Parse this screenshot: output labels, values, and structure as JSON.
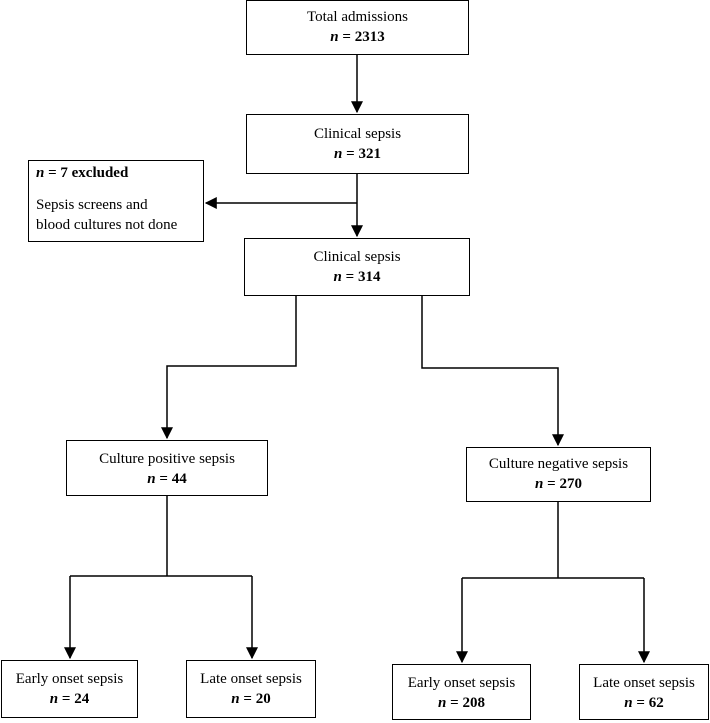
{
  "nodes": {
    "total": {
      "label": "Total admissions",
      "n_prefix": "n",
      "n_value": "= 2313"
    },
    "sepsis_a": {
      "label": "Clinical sepsis",
      "n_prefix": "n",
      "n_value": "= 321"
    },
    "excluded": {
      "n_prefix": "n",
      "n_value": "= 7 excluded",
      "line1": "Sepsis screens and",
      "line2": "blood cultures not done"
    },
    "sepsis_b": {
      "label": "Clinical sepsis",
      "n_prefix": "n",
      "n_value": "= 314"
    },
    "positive": {
      "label": "Culture positive sepsis",
      "n_prefix": "n",
      "n_value": "= 44"
    },
    "negative": {
      "label": "Culture negative sepsis",
      "n_prefix": "n",
      "n_value": "= 270"
    },
    "pos_early": {
      "label": "Early onset sepsis",
      "n_prefix": "n",
      "n_value": "= 24"
    },
    "pos_late": {
      "label": "Late onset sepsis",
      "n_prefix": "n",
      "n_value": "= 20"
    },
    "neg_early": {
      "label": "Early onset sepsis",
      "n_prefix": "n",
      "n_value": "= 208"
    },
    "neg_late": {
      "label": "Late onset sepsis",
      "n_prefix": "n",
      "n_value": "= 62"
    }
  }
}
